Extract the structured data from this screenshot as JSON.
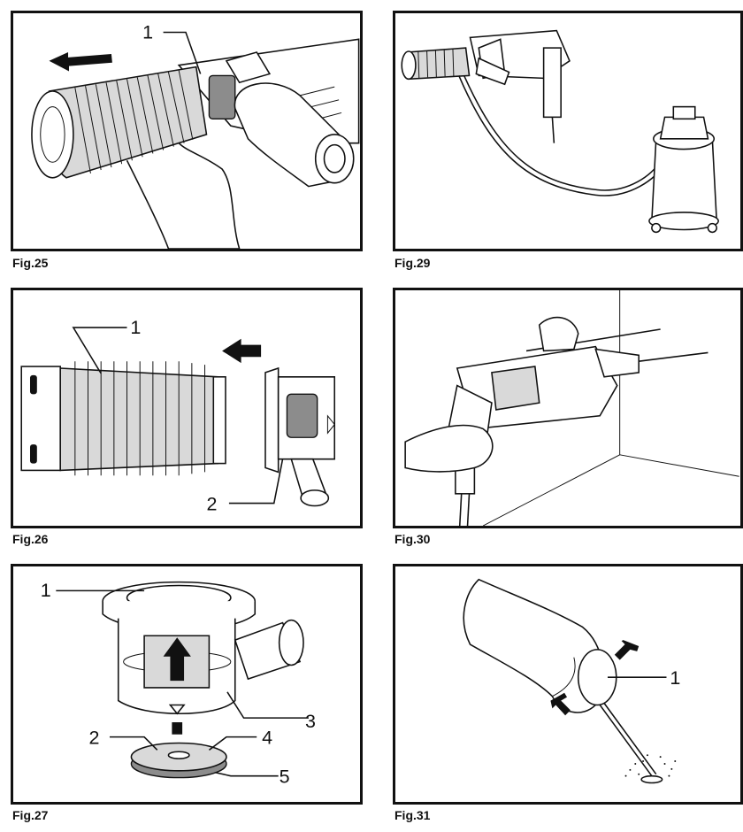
{
  "figures": [
    {
      "id": "fig25",
      "caption": "Fig.25",
      "labels": [
        "1"
      ]
    },
    {
      "id": "fig29",
      "caption": "Fig.29",
      "labels": []
    },
    {
      "id": "fig26",
      "caption": "Fig.26",
      "labels": [
        "1",
        "2"
      ]
    },
    {
      "id": "fig30",
      "caption": "Fig.30",
      "labels": []
    },
    {
      "id": "fig27",
      "caption": "Fig.27",
      "labels": [
        "1",
        "2",
        "3",
        "4",
        "5"
      ]
    },
    {
      "id": "fig31",
      "caption": "Fig.31",
      "labels": [
        "1"
      ]
    }
  ],
  "icons": [
    "arrow-icon",
    "drill-icon",
    "bellows-icon",
    "vacuum-cleaner-icon",
    "blower-bulb-icon"
  ]
}
